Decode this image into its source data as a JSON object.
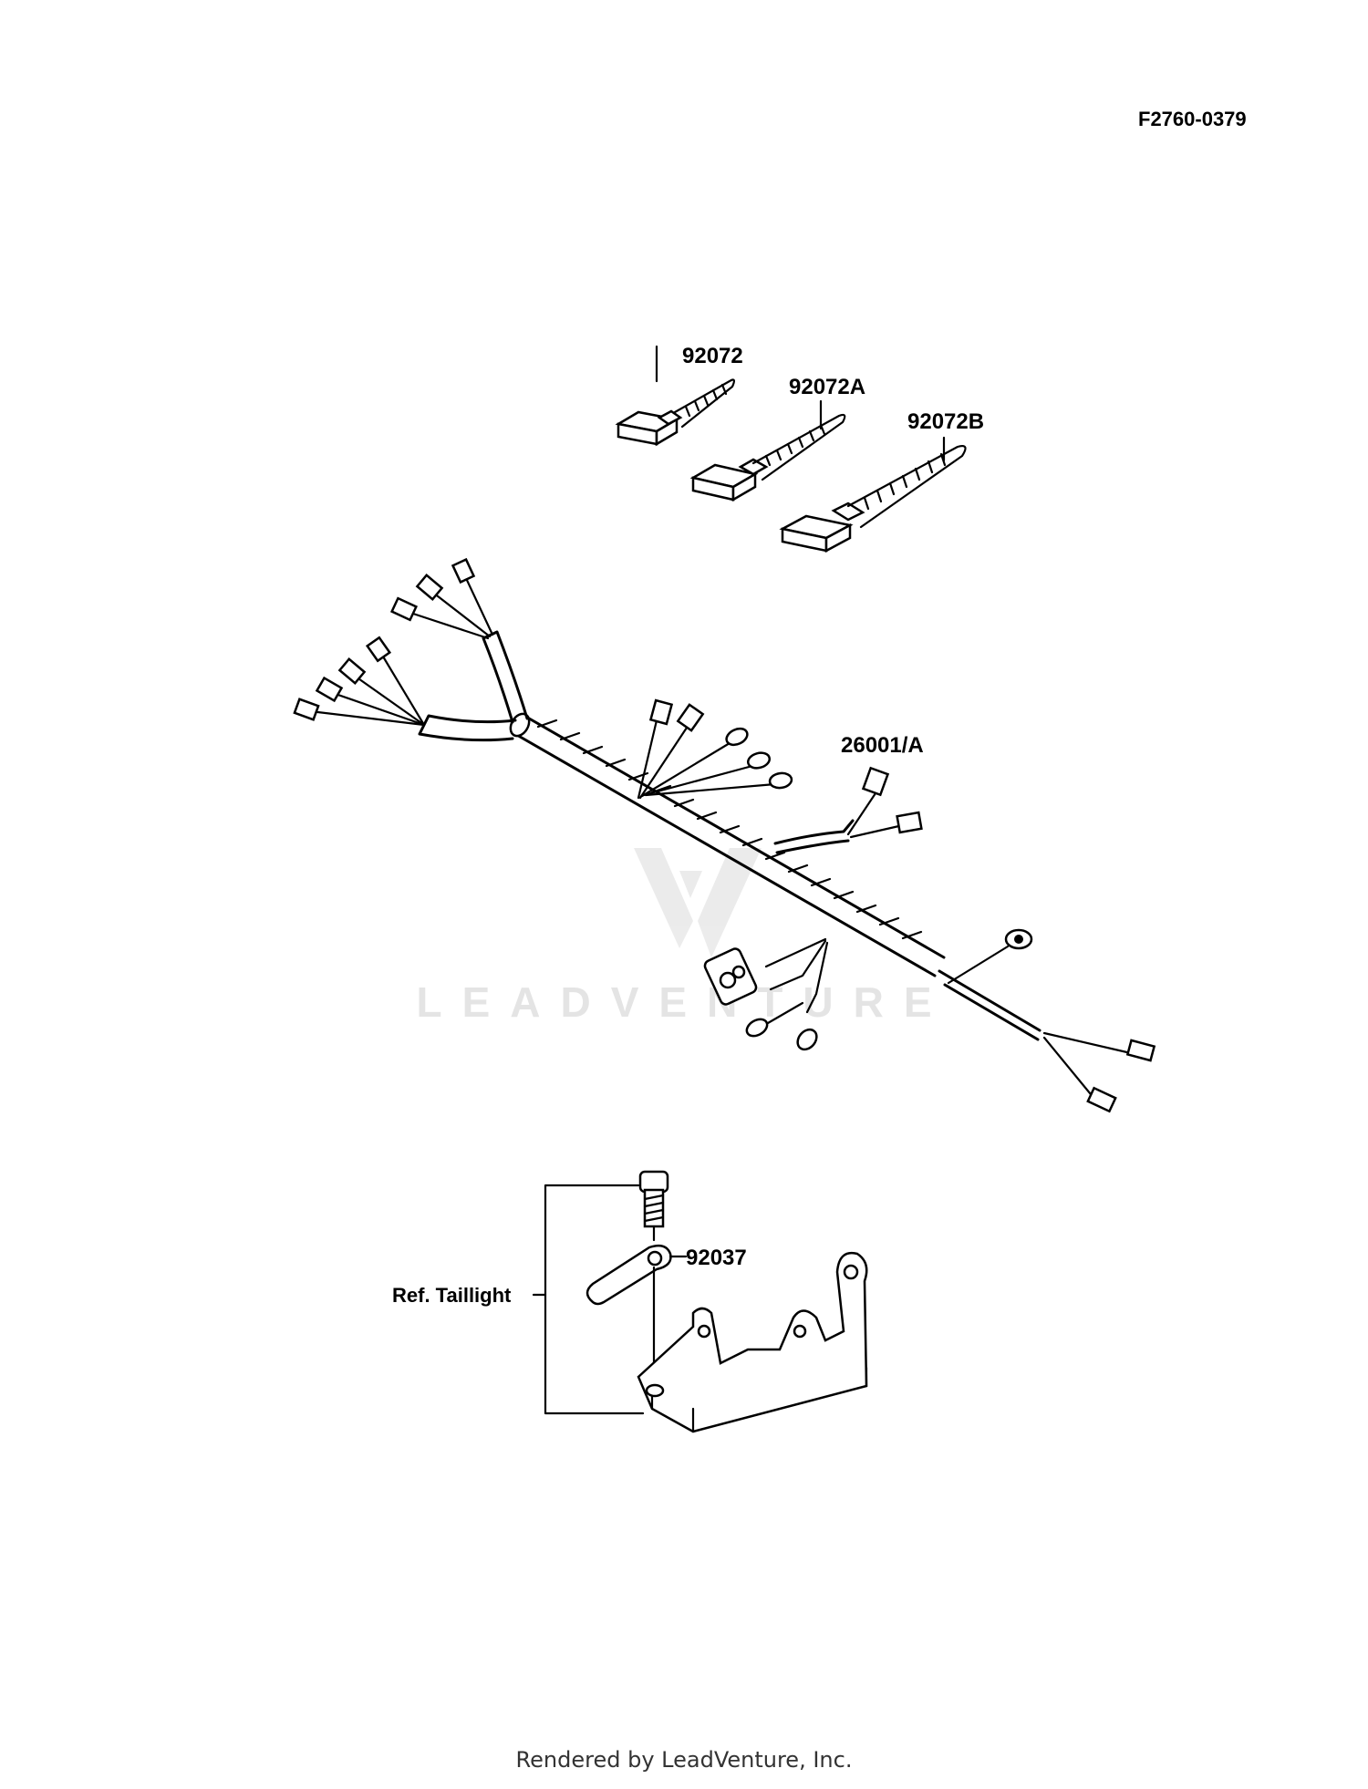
{
  "diagram": {
    "code": "F2760-0379",
    "part_labels": {
      "tie_small": "92072",
      "tie_medium": "92072A",
      "tie_large": "92072B",
      "harness": "26001/A",
      "lead": "92037"
    },
    "ref_label": "Ref. Taillight"
  },
  "watermark": {
    "text": "LEADVENTURE"
  },
  "footer": {
    "text": "Rendered by LeadVenture, Inc."
  }
}
